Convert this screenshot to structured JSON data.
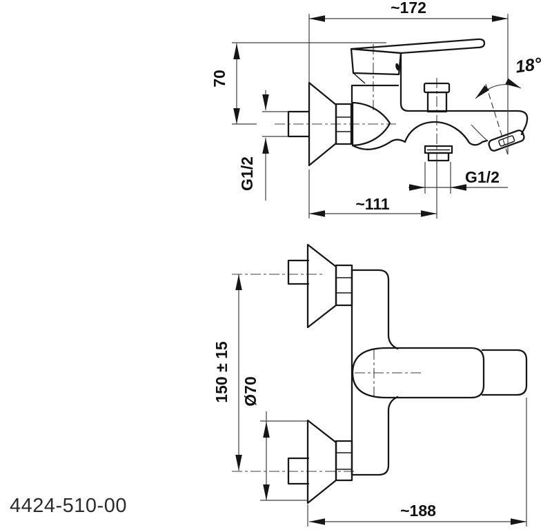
{
  "drawing": {
    "product_code": "4424-510-00",
    "views": {
      "side": {
        "overall_width": "~172",
        "handle_height_above_axis": "70",
        "inlet_thread": "G1/2",
        "spout_angle": "18°",
        "shower_outlet_thread": "G1/2",
        "wall_to_shower_outlet": "~111"
      },
      "front": {
        "inlet_spacing": "150 ± 15",
        "escutcheon_diameter": "Ø70",
        "overall_depth": "~188"
      }
    },
    "colors": {
      "line": "#161616",
      "dim_line": "#3c3c3c",
      "background": "#ffffff"
    }
  }
}
